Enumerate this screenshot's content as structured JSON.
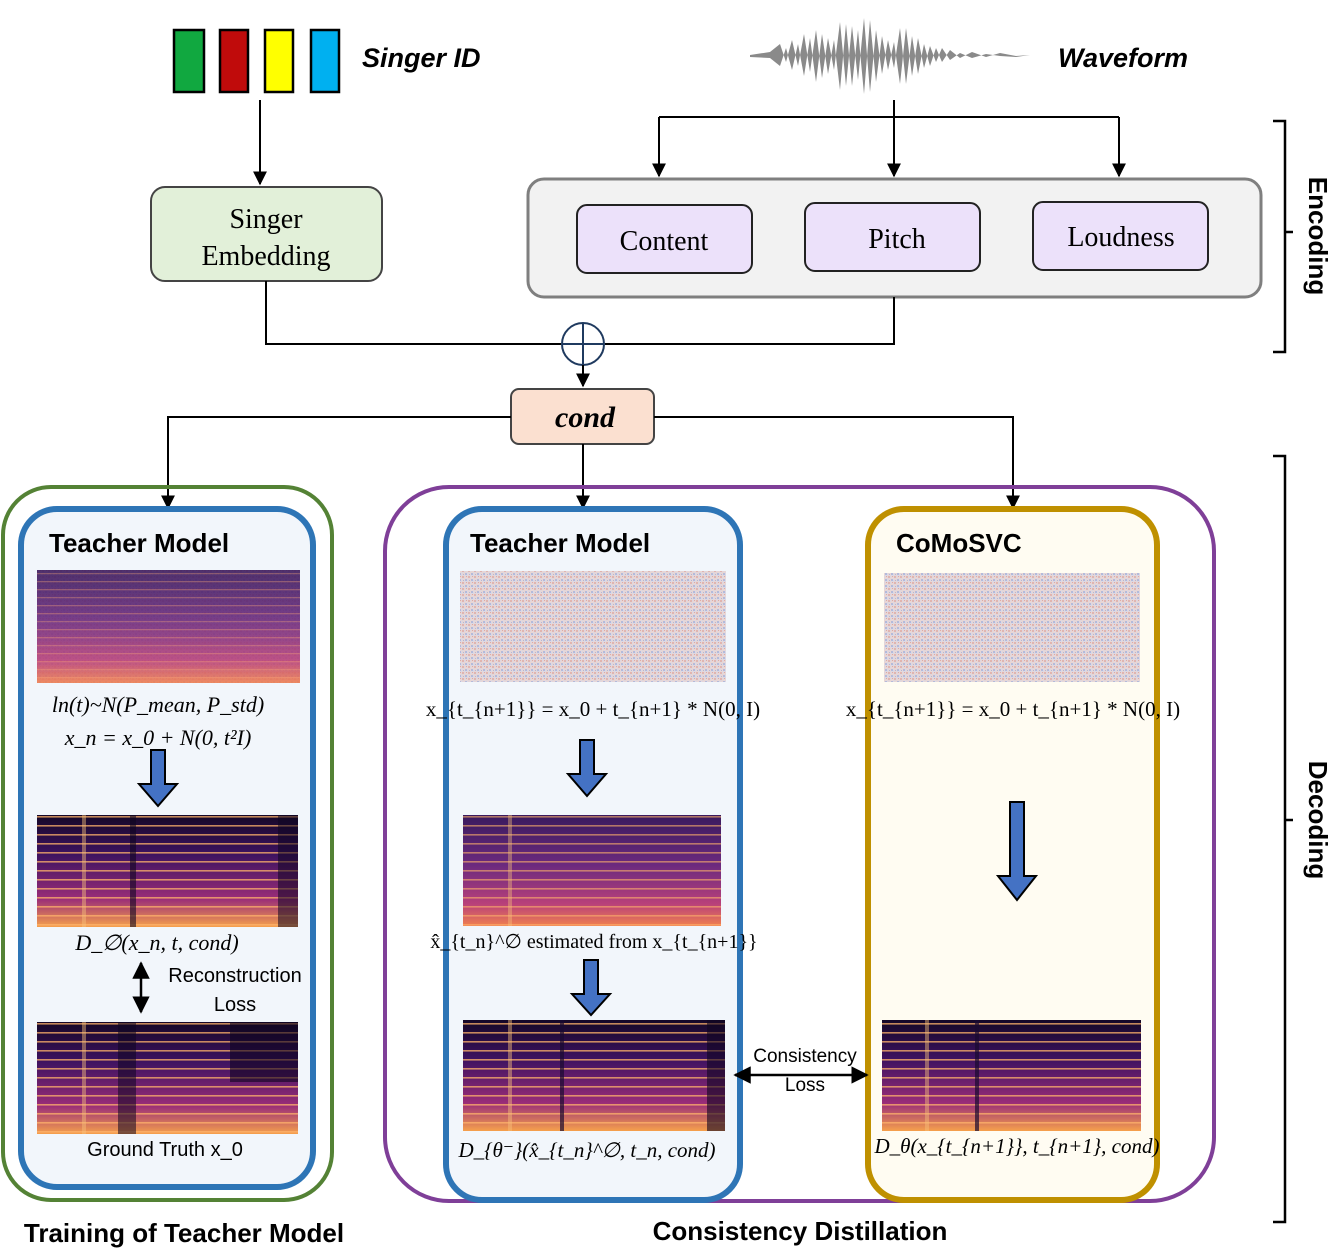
{
  "encoding": {
    "singer_id_label": "Singer ID",
    "singer_id_colors": [
      "#11a840",
      "#c00b0b",
      "#ffff00",
      "#00b0f0"
    ],
    "waveform_label": "Waveform",
    "singer_embedding_line1": "Singer",
    "singer_embedding_line2": "Embedding",
    "features": [
      "Content",
      "Pitch",
      "Loudness"
    ],
    "section_label": "Encoding"
  },
  "cond_label": "cond",
  "decoding": {
    "section_label": "Decoding",
    "training": {
      "caption": "Training of Teacher Model",
      "model_title": "Teacher Model",
      "eq_line1": "ln(t)~N(P_mean, P_std)",
      "eq_line2": "x_n = x_0 + N(0, t²I)",
      "denoiser_label": "D_∅(x_n, t, cond)",
      "loss_line1": "Reconstruction",
      "loss_line2": "Loss",
      "ground_truth_label": "Ground  Truth x_0"
    },
    "distillation": {
      "caption": "Consistency Distillation",
      "teacher_title": "Teacher Model",
      "teacher_eq": "x_{t_{n+1}} = x_0 + t_{n+1} * N(0, I)",
      "estimated_label": "x̂_{t_n}^∅  estimated from x_{t_{n+1}}",
      "teacher_output_label": "D_{θ⁻}(x̂_{t_n}^∅, t_n, cond)",
      "student_title": "CoMoSVC",
      "student_eq": "x_{t_{n+1}} = x_0 + t_{n+1} * N(0, I)",
      "student_output_label": "D_θ(x_{t_{n+1}}, t_{n+1}, cond)",
      "consistency_line1": "Consistency",
      "consistency_line2": "Loss"
    }
  },
  "colors": {
    "green_outline": "#548235",
    "blue_outline": "#2e75b6",
    "purple_outline": "#7f3f98",
    "gold_outline": "#bf9000",
    "arrow_fill": "#4472c4",
    "embedding_fill": "#e2f0d9",
    "feature_fill": "#ece1fa",
    "cond_fill": "#fbe0d0",
    "encoder_fill": "#f2f2f2"
  }
}
